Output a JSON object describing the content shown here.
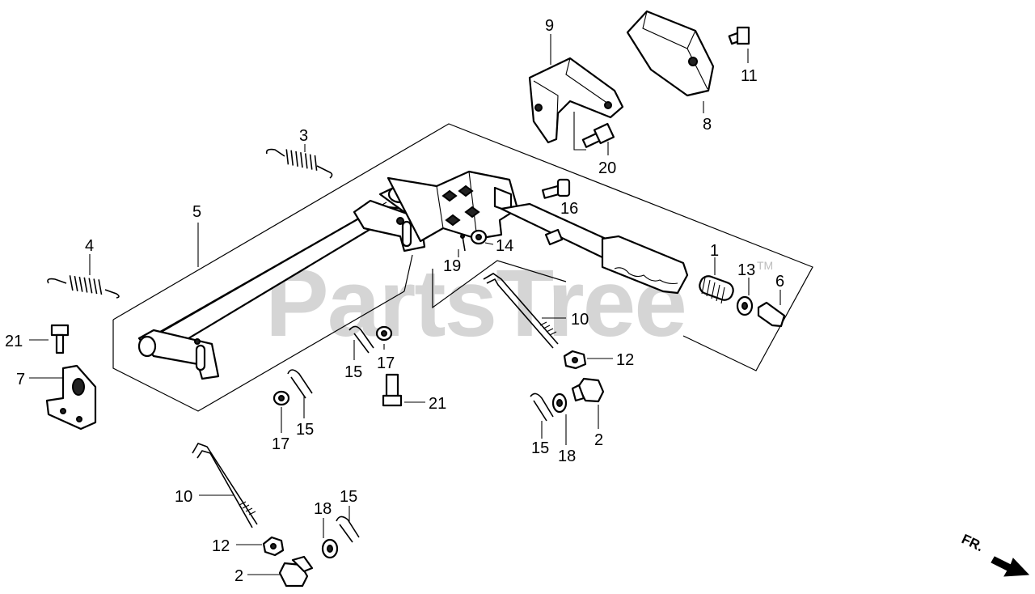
{
  "watermark": {
    "text": "PartsTree",
    "mark": "TM"
  },
  "direction": {
    "label": "FR."
  },
  "callouts": [
    {
      "id": "c9",
      "text": "9"
    },
    {
      "id": "c11",
      "text": "11"
    },
    {
      "id": "c8",
      "text": "8"
    },
    {
      "id": "c3",
      "text": "3"
    },
    {
      "id": "c20",
      "text": "20"
    },
    {
      "id": "c5",
      "text": "5"
    },
    {
      "id": "c16",
      "text": "16"
    },
    {
      "id": "c4",
      "text": "4"
    },
    {
      "id": "c14",
      "text": "14"
    },
    {
      "id": "c19",
      "text": "19"
    },
    {
      "id": "c1",
      "text": "1"
    },
    {
      "id": "c13",
      "text": "13"
    },
    {
      "id": "c6",
      "text": "6"
    },
    {
      "id": "c10a",
      "text": "10"
    },
    {
      "id": "c21a",
      "text": "21"
    },
    {
      "id": "c17a",
      "text": "17"
    },
    {
      "id": "c15a",
      "text": "15"
    },
    {
      "id": "c12a",
      "text": "12"
    },
    {
      "id": "c7",
      "text": "7"
    },
    {
      "id": "c21b",
      "text": "21"
    },
    {
      "id": "c17b",
      "text": "17"
    },
    {
      "id": "c15b",
      "text": "15"
    },
    {
      "id": "c2a",
      "text": "2"
    },
    {
      "id": "c15c",
      "text": "15"
    },
    {
      "id": "c18a",
      "text": "18"
    },
    {
      "id": "c10b",
      "text": "10"
    },
    {
      "id": "c18b",
      "text": "18"
    },
    {
      "id": "c15d",
      "text": "15"
    },
    {
      "id": "c12b",
      "text": "12"
    },
    {
      "id": "c2b",
      "text": "2"
    }
  ]
}
